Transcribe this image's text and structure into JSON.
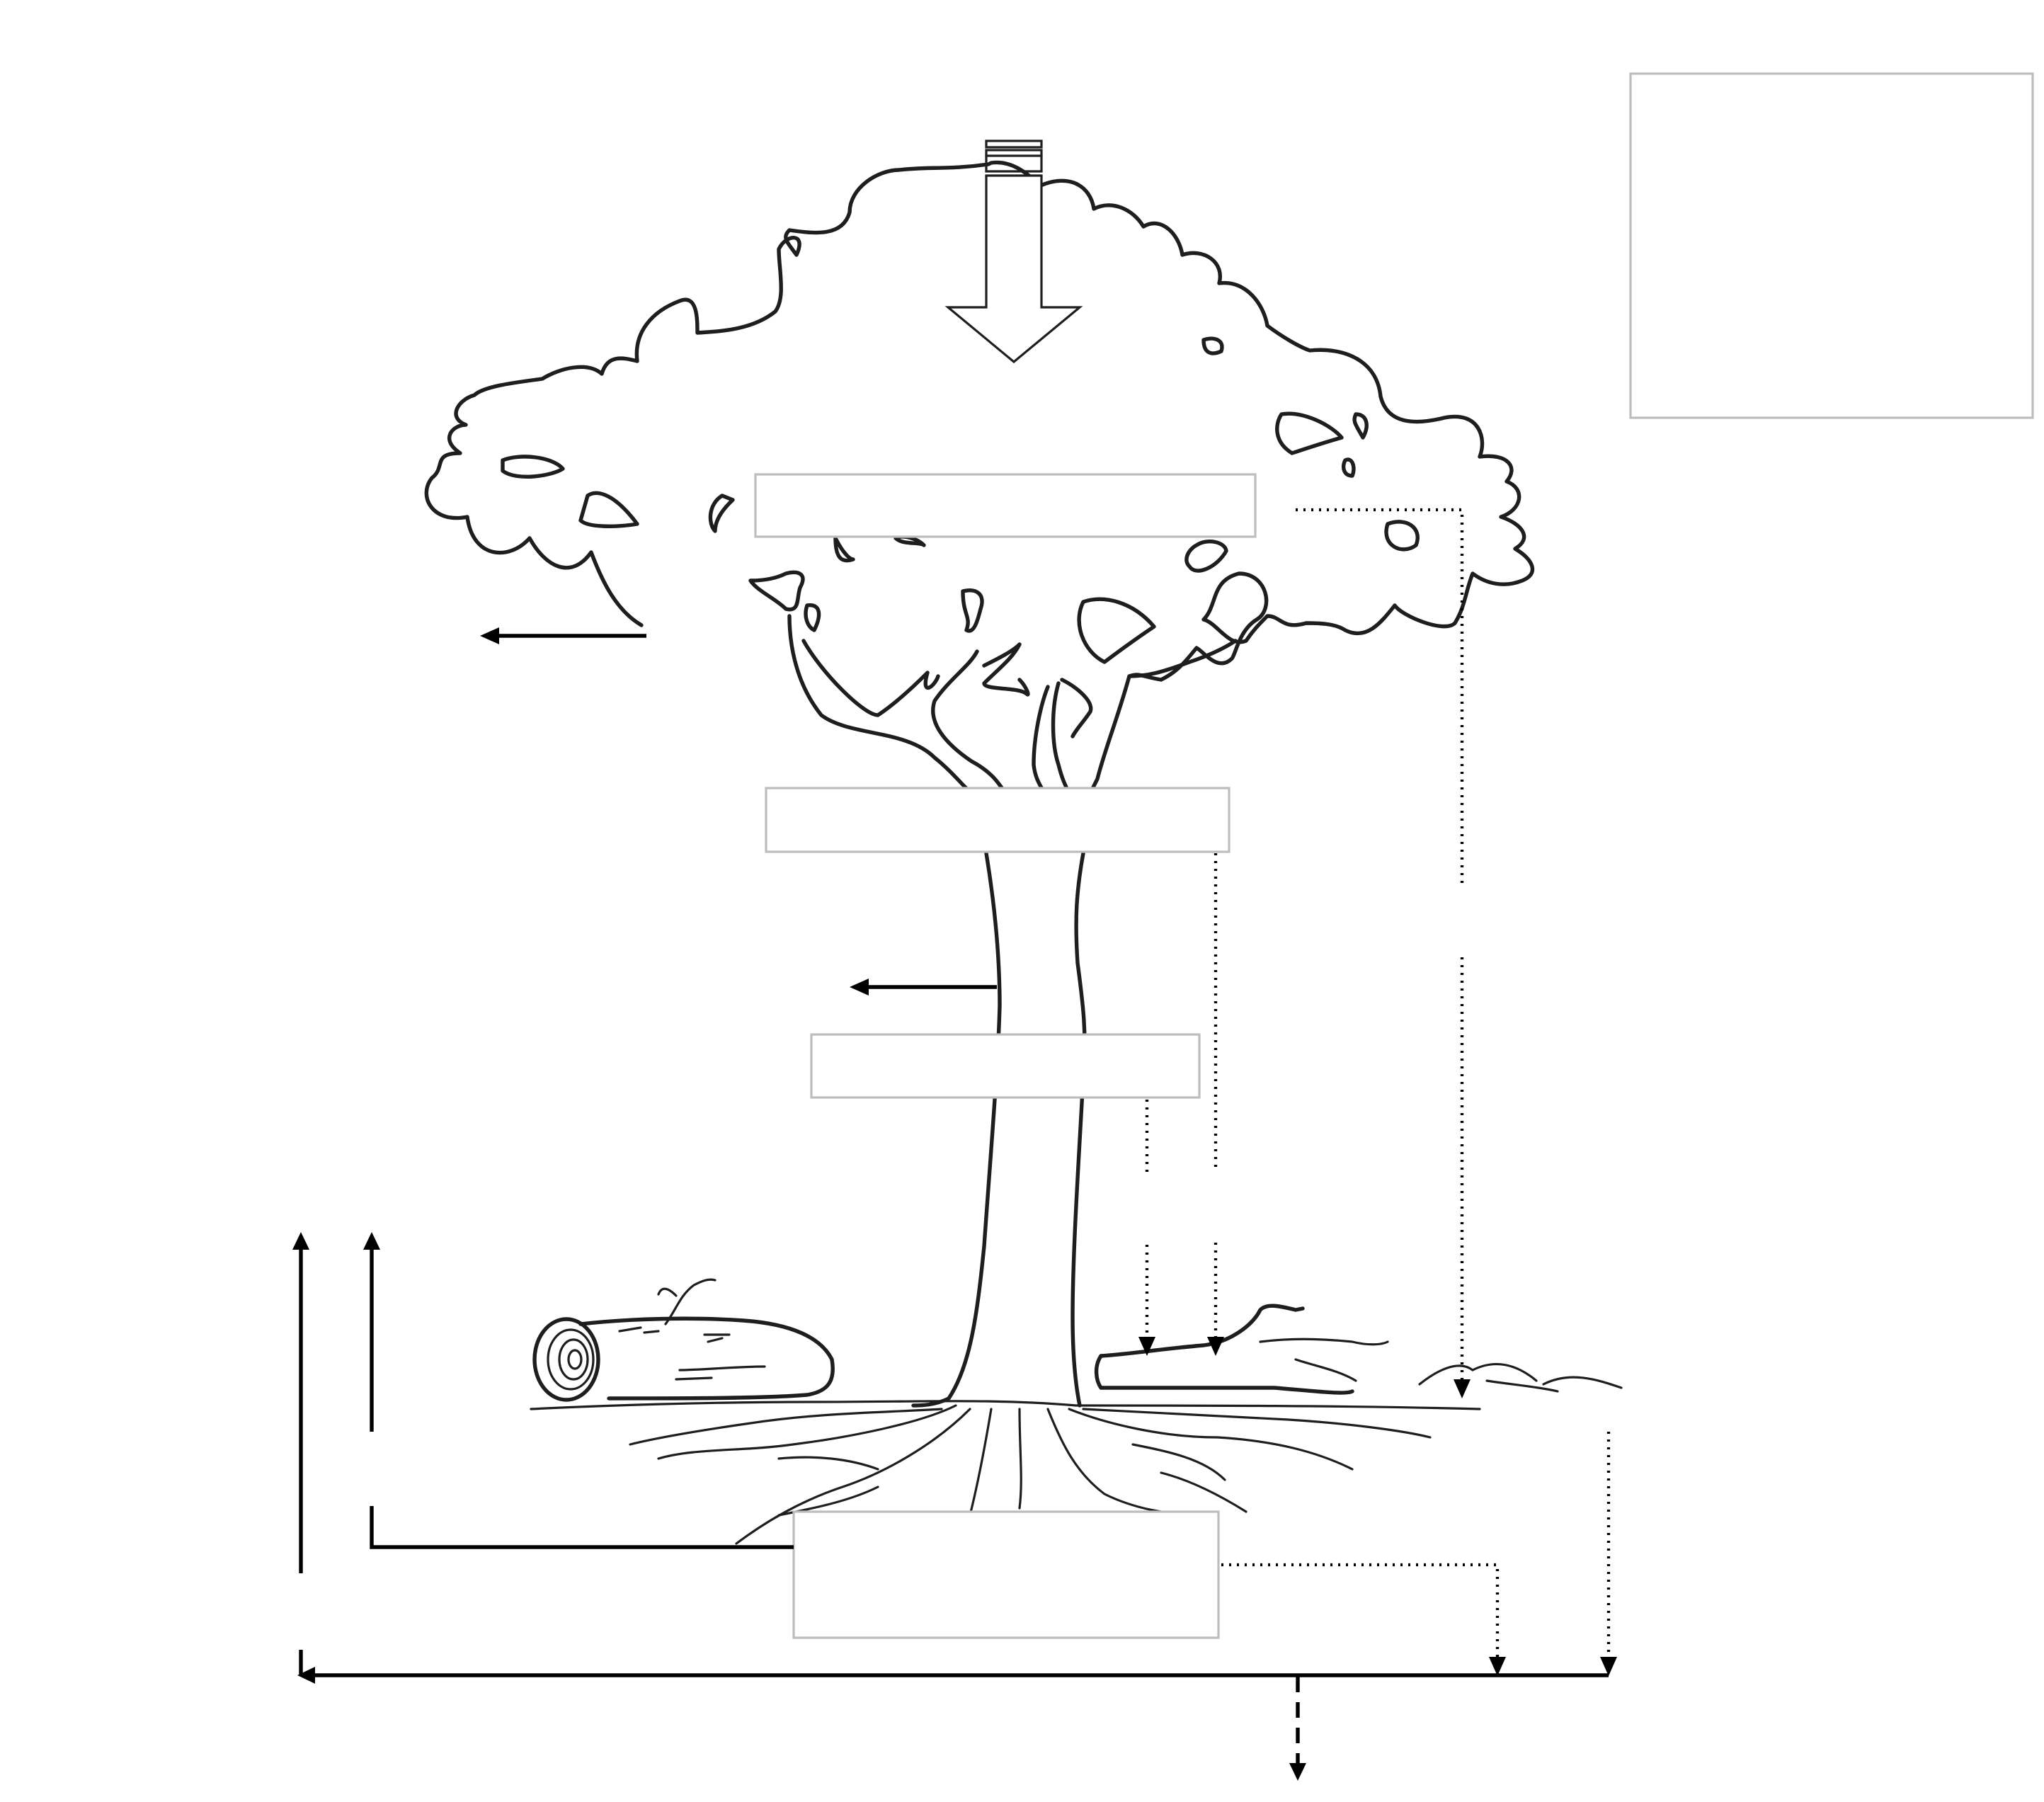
{
  "diagram": {
    "title": "",
    "legend_box": {
      "text": ""
    },
    "pools": [
      {
        "id": "foliage",
        "label": ""
      },
      {
        "id": "branches",
        "label": ""
      },
      {
        "id": "stem",
        "label": ""
      },
      {
        "id": "roots-soil",
        "label": ""
      }
    ],
    "flows": [
      {
        "id": "input-from-atmosphere",
        "style": "hollow",
        "direction": "down",
        "label": ""
      },
      {
        "id": "canopy-loss",
        "style": "solid",
        "direction": "left",
        "label": ""
      },
      {
        "id": "stem-loss",
        "style": "solid",
        "direction": "left",
        "label": ""
      },
      {
        "id": "foliage-to-litter",
        "style": "dotted",
        "direction": "down",
        "label": ""
      },
      {
        "id": "branches-to-deadwood",
        "style": "dotted",
        "direction": "down",
        "label": ""
      },
      {
        "id": "stem-to-deadwood",
        "style": "dotted",
        "direction": "down",
        "label": ""
      },
      {
        "id": "roots-to-soil",
        "style": "dotted",
        "direction": "down",
        "label": ""
      },
      {
        "id": "litter-to-soil",
        "style": "dotted",
        "direction": "down",
        "label": ""
      },
      {
        "id": "soil-return",
        "style": "solid",
        "direction": "left",
        "label": ""
      },
      {
        "id": "emission-up-outer",
        "style": "solid",
        "direction": "up",
        "label": ""
      },
      {
        "id": "emission-up-inner",
        "style": "solid",
        "direction": "up",
        "label": ""
      },
      {
        "id": "leaching",
        "style": "dashed",
        "direction": "down",
        "label": ""
      }
    ]
  }
}
